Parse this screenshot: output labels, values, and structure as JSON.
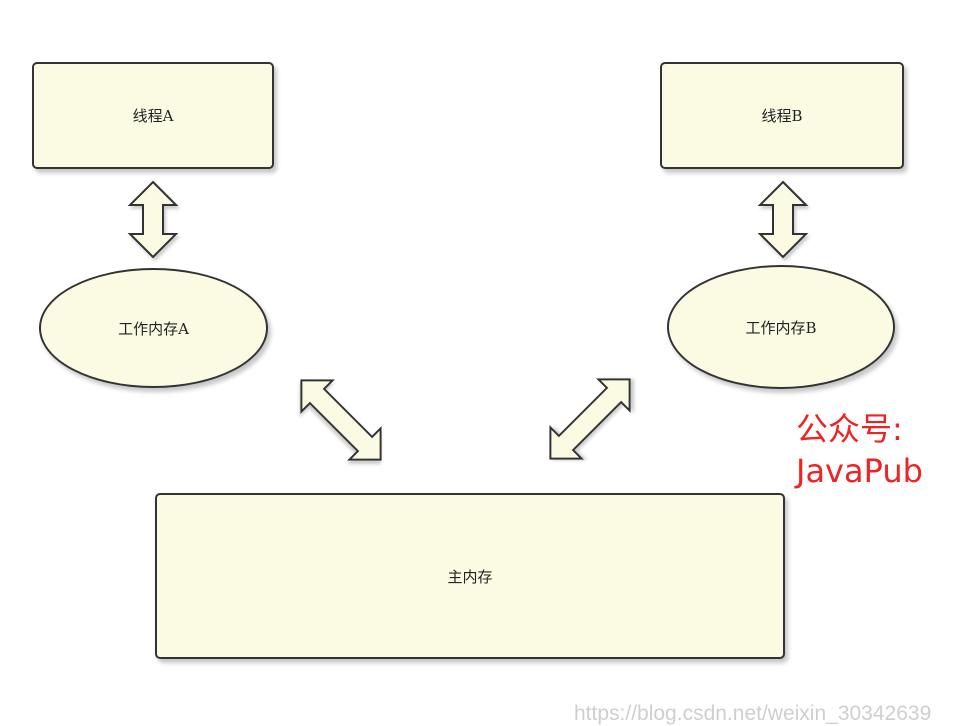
{
  "nodes": {
    "thread_a": "线程A",
    "thread_b": "线程B",
    "working_memory_a": "工作内存A",
    "working_memory_b": "工作内存B",
    "main_memory": "主内存"
  },
  "watermark": {
    "line1": "公众号:",
    "line2": "JavaPub"
  },
  "footer_url": "https://blog.csdn.net/weixin_30342639",
  "colors": {
    "node_fill": "#fbfbe3",
    "node_border": "#333333",
    "watermark": "#ee2424"
  }
}
